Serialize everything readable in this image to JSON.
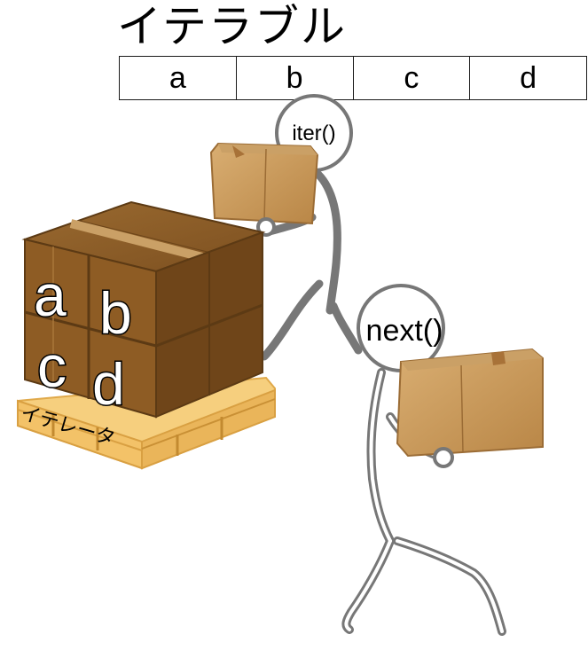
{
  "title": "イテラブル",
  "iterable": {
    "cells": [
      "a",
      "b",
      "c",
      "d"
    ]
  },
  "person_top": {
    "head_label": "iter()"
  },
  "person_bottom": {
    "head_label": "next()"
  },
  "pallet": {
    "label": "イテレータ",
    "box_letters": [
      "a",
      "b",
      "c",
      "d"
    ]
  },
  "colors": {
    "stroke": "#707070",
    "box_light": "#c4955a",
    "box_dark": "#6a4418",
    "box_front": "#8e5c24",
    "pallet": "#f3c268"
  }
}
